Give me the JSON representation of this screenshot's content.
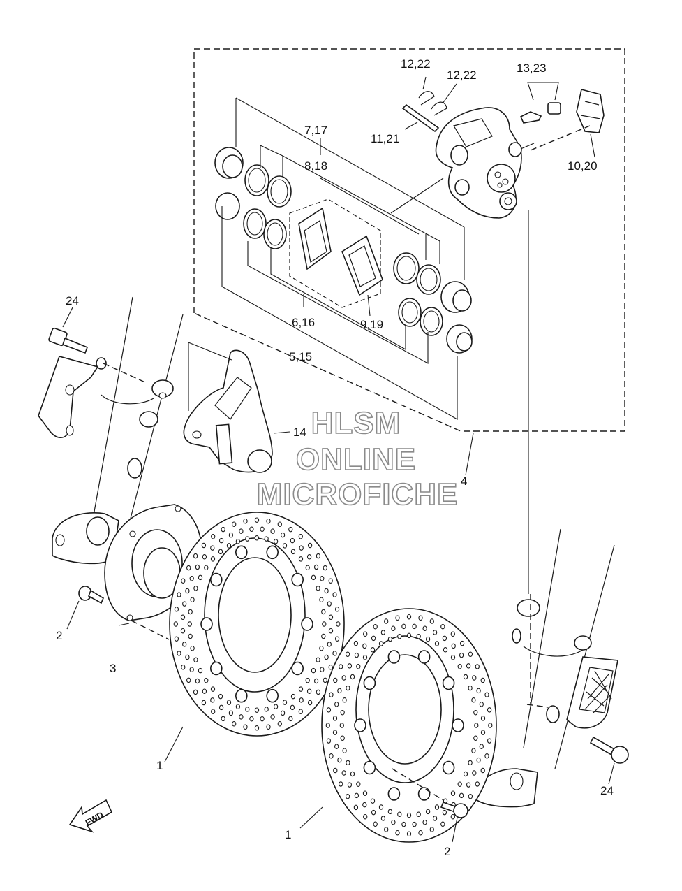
{
  "callouts": {
    "c12_22_a": "12,22",
    "c12_22_b": "12,22",
    "c13_23": "13,23",
    "c7_17": "7,17",
    "c8_18": "8,18",
    "c11_21": "11,21",
    "c10_20": "10,20",
    "c24_a": "24",
    "c6_16": "6,16",
    "c9_19": "9,19",
    "c5_15": "5,15",
    "c14": "14",
    "c4": "4",
    "c2_a": "2",
    "c3": "3",
    "c1_a": "1",
    "c1_b": "1",
    "c24_b": "24",
    "c2_b": "2"
  },
  "watermark": {
    "line1": "HLSM",
    "line2": "ONLINE",
    "line3": "MICROFICHE"
  },
  "fwd_label": "FWD"
}
